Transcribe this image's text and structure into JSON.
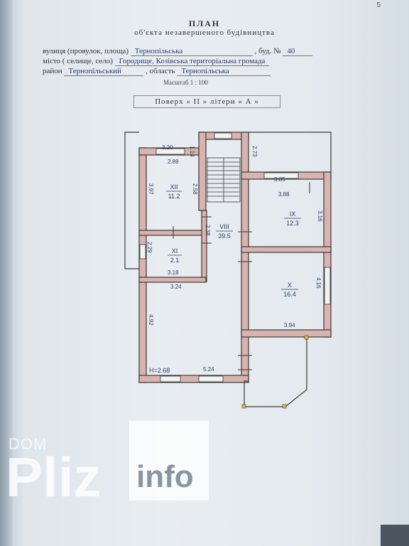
{
  "page_number": "5",
  "header": {
    "title": "ПЛАН",
    "subtitle": "об'єкта незавершеного будівництва"
  },
  "address": {
    "street_label": "вулиця (провулок, площа)",
    "street_value": "Тернопільська",
    "house_label": ", буд. №",
    "house_value": "40",
    "city_label": "місто ( селище, село)",
    "city_value": "Городище, Козівська територіальна громада",
    "district_label": "район",
    "district_value": "Тернопільський",
    "region_label": ", область",
    "region_value": "Тернопільська"
  },
  "scale": "Масштаб 1 : 100",
  "floor": {
    "label": "Поверх «",
    "value": "II",
    "mid": "» літери «",
    "letter": "А",
    "end": "»"
  },
  "rooms": {
    "r12": {
      "id": "XII",
      "area": "11.2"
    },
    "r11": {
      "id": "XI",
      "area": "2.1"
    },
    "r8": {
      "id": "VIII",
      "area": "39.5"
    },
    "r9": {
      "id": "IX",
      "area": "12.3"
    },
    "r10": {
      "id": "X",
      "area": "16.4"
    }
  },
  "dimensions": {
    "d320": "3.20",
    "d114": "1.14",
    "d289": "2.89",
    "d273": "2.73",
    "d385": "3.85",
    "d388": "3.88",
    "d397": "3.97",
    "d258": "2.58",
    "d316": "3.16",
    "d238": "2.38",
    "d229": "2.29",
    "d318": "3.18",
    "d324": "3.24",
    "d416": "4.16",
    "d492": "4.92",
    "d394": "3.94",
    "height": "H=2.68",
    "d524": "5.24"
  },
  "watermark": {
    "dom": "DOM",
    "pliz": "Pliz",
    "info": "info"
  },
  "colors": {
    "wall_fill": "#d9b3ad",
    "wall_stroke": "#3a3a3a",
    "ink": "#2b3a6b"
  }
}
